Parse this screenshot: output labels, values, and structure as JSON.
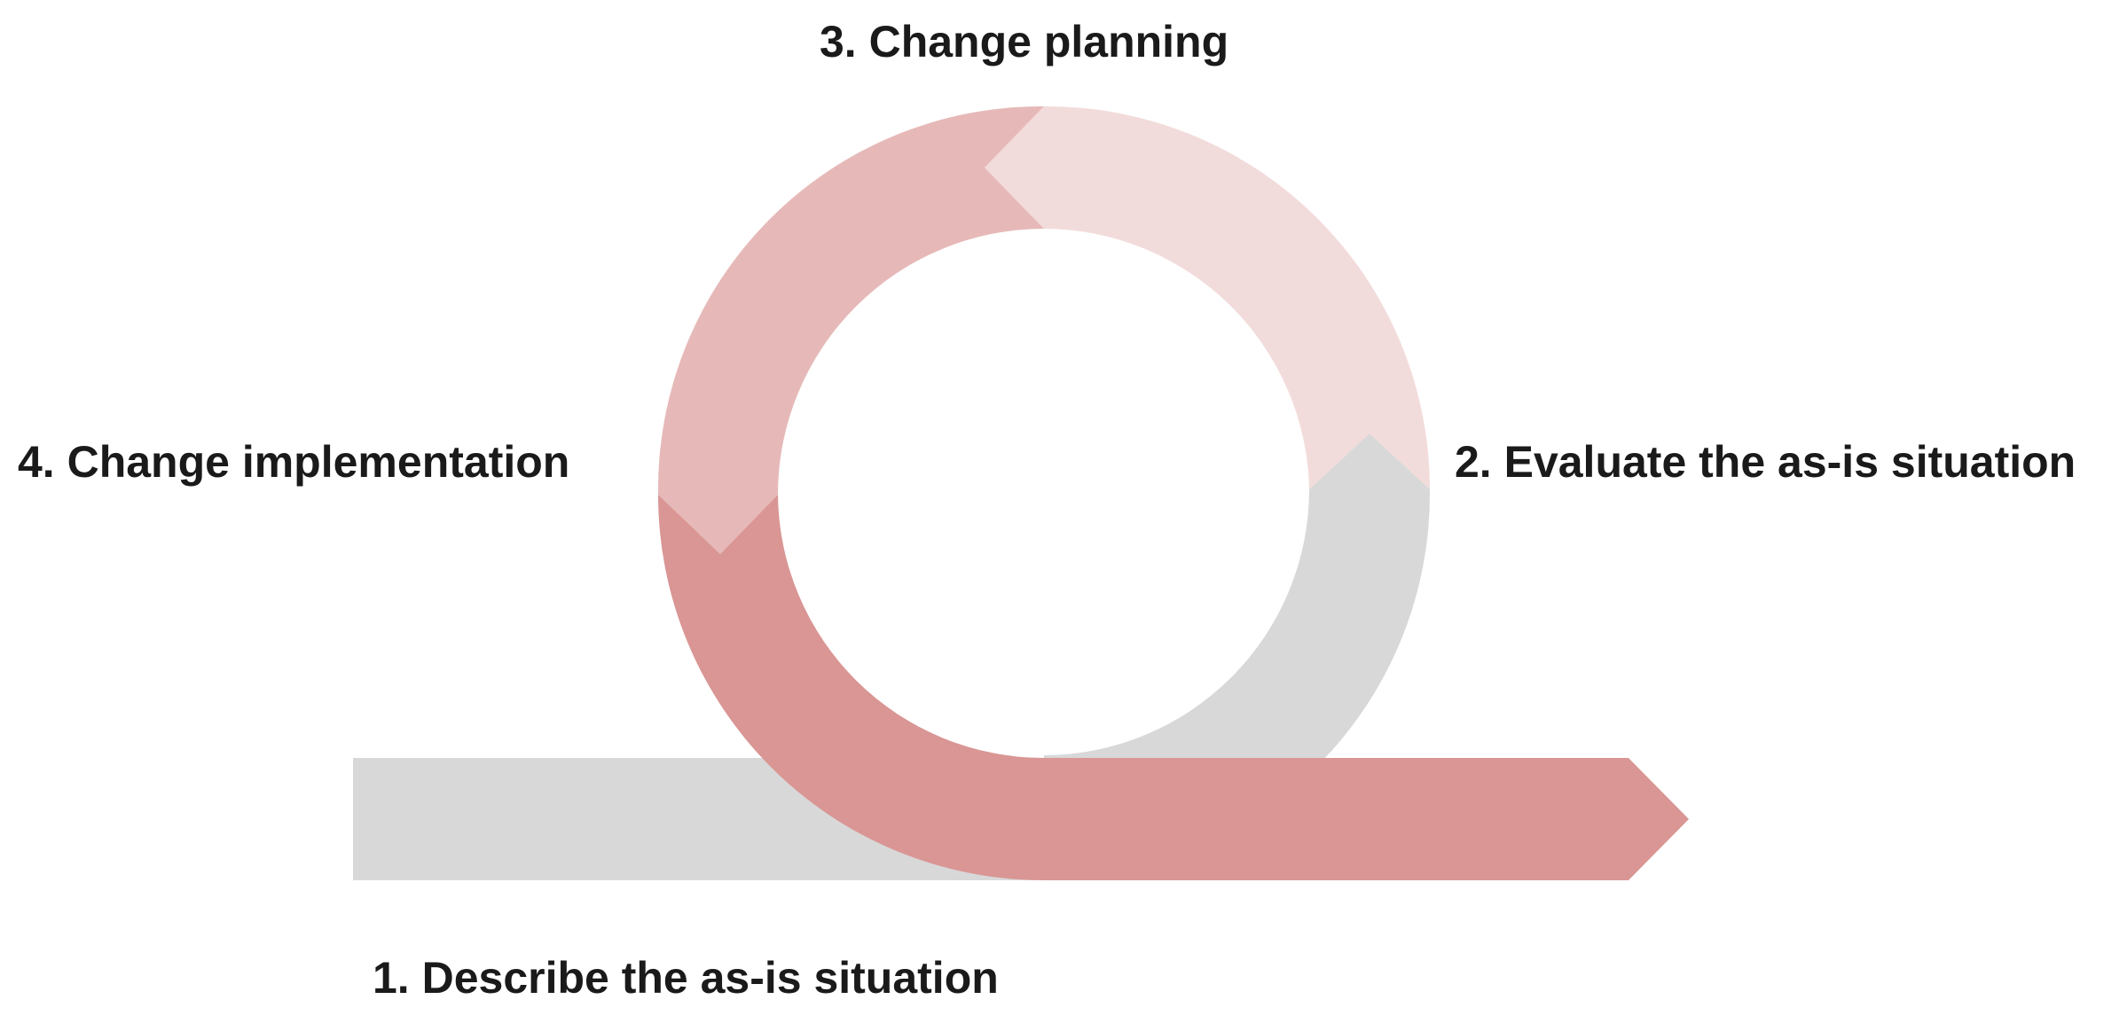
{
  "diagram": {
    "steps": [
      {
        "label": "1. Describe the as-is situation",
        "color": "#d8d8d8"
      },
      {
        "label": "2. Evaluate the as-is situation",
        "color": "#d8d8d8"
      },
      {
        "label": "3. Change planning",
        "color": "#f2dcdb"
      },
      {
        "label": "4. Change implementation",
        "color": "#e6b9b8"
      }
    ],
    "main_arrow_color": "#d99694",
    "text_color": "#1a1a1a"
  }
}
